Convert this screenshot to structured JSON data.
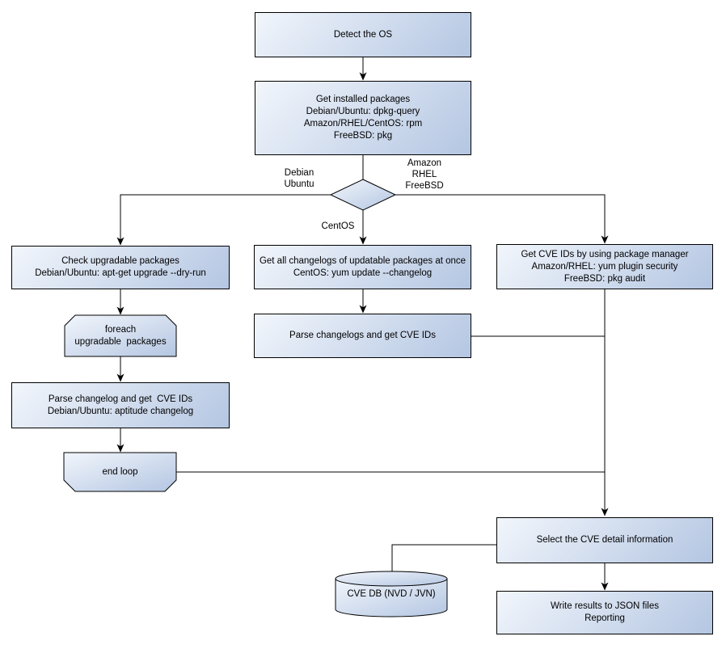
{
  "diagram": {
    "type": "flowchart",
    "topic": "OS vulnerability scan flow (detect OS, get packages, parse changelogs, report CVEs)"
  },
  "colors": {
    "node_fill_light": "#f2f6fc",
    "node_fill_dark": "#b4c6e2",
    "node_border": "#000000",
    "edge_color": "#000000",
    "text_color": "#000000",
    "bg_color": "#ffffff"
  },
  "nodes": {
    "detect_os": "Detect the OS",
    "get_installed_packages": "Get installed packages\nDebian/Ubuntu: dpkg-query\nAmazon/RHEL/CentOS: rpm\nFreeBSD: pkg",
    "check_upgradable_packages": "Check upgradable packages\nDebian/Ubuntu: apt-get upgrade --dry-run",
    "foreach_loop_start": "foreach\nupgradable  packages",
    "parse_changelog_debian": "Parse changelog and get  CVE IDs\nDebian/Ubuntu: aptitude changelog",
    "end_loop": "end loop",
    "get_all_changelogs": "Get all changelogs of updatable packages at once\nCentOS: yum update --changelog",
    "parse_changelogs_centos": "Parse changelogs and get CVE IDs",
    "get_cve_ids_pkg_manager": "Get CVE IDs by using package manager\nAmazon/RHEL: yum plugin security\nFreeBSD: pkg audit",
    "select_cve_detail": "Select the CVE detail information",
    "write_results": "Write results to JSON files\nReporting",
    "cve_db": "CVE DB (NVD / JVN)"
  },
  "edge_labels": {
    "debian_ubuntu": "Debian\nUbuntu",
    "amazon_rhel_freebsd": "Amazon\nRHEL\nFreeBSD",
    "centos": "CentOS"
  }
}
